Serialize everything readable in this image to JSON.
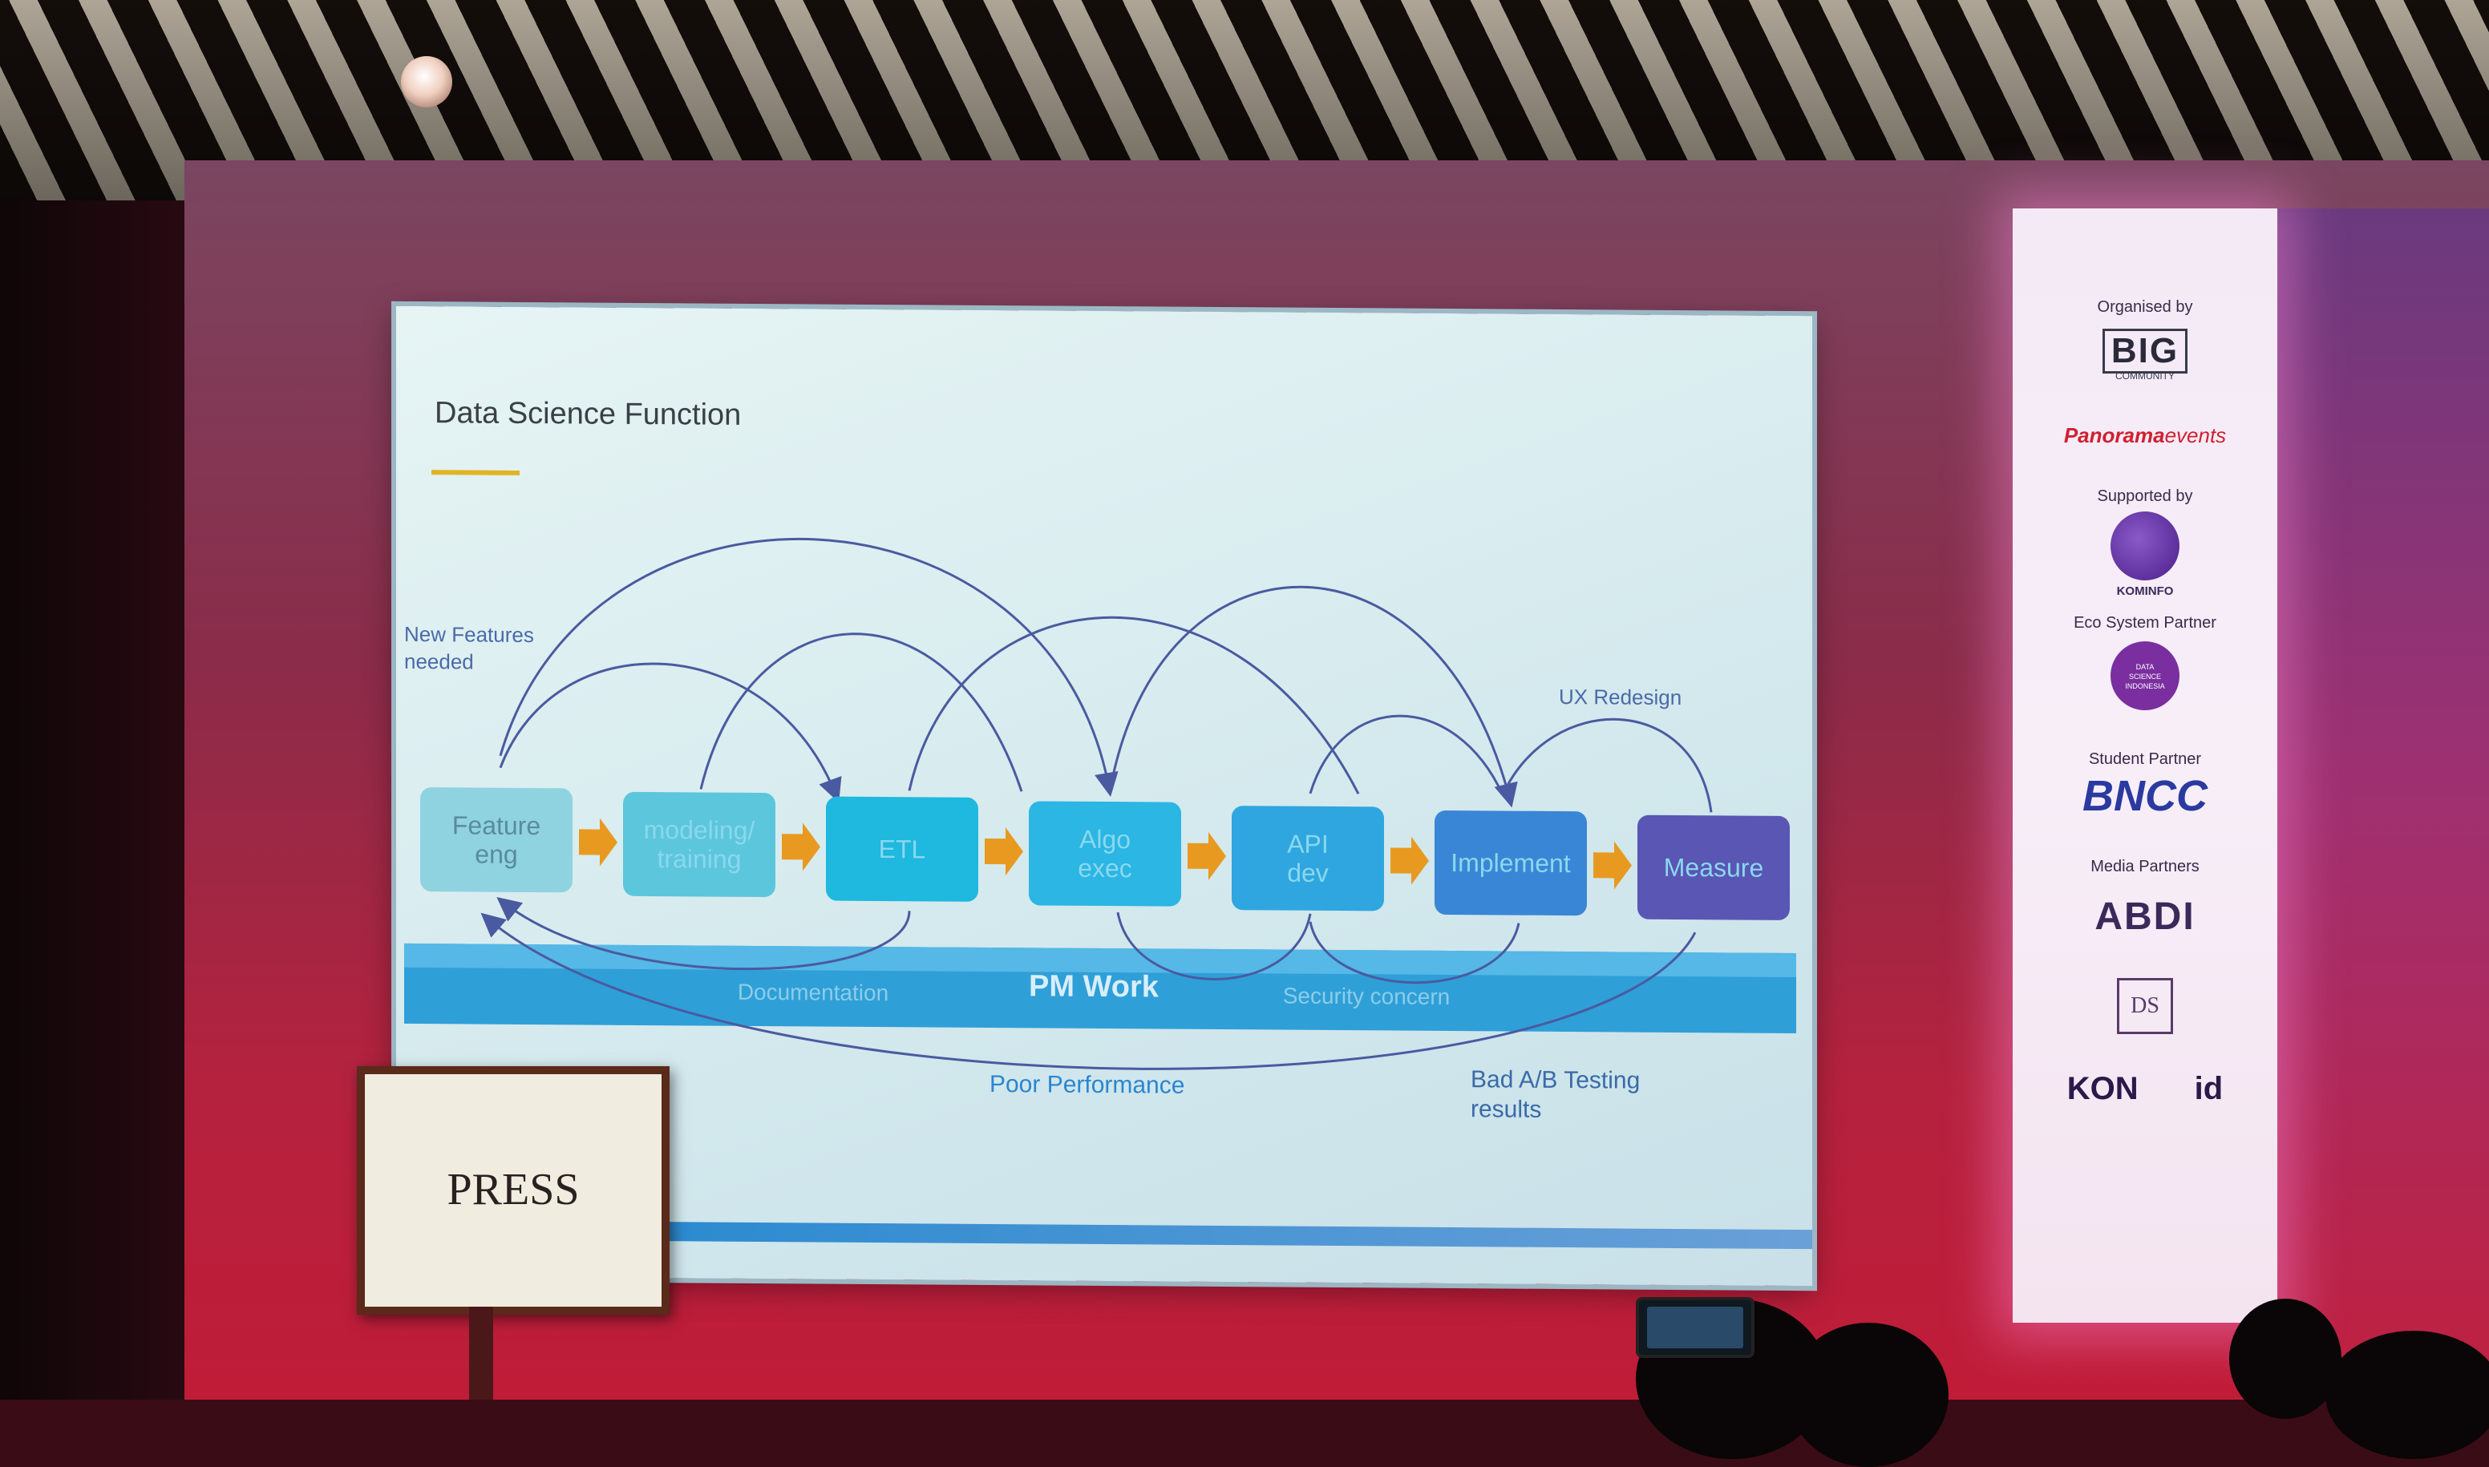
{
  "slide": {
    "title": "Data Science Function",
    "stages": [
      "Feature\neng",
      "modeling/\ntraining",
      "ETL",
      "Algo\nexec",
      "API\ndev",
      "Implement",
      "Measure"
    ],
    "stage_lines": [
      [
        "Feature",
        "eng"
      ],
      [
        "modeling/",
        "training"
      ],
      [
        "ETL"
      ],
      [
        "Algo",
        "exec"
      ],
      [
        "API",
        "dev"
      ],
      [
        "Implement"
      ],
      [
        "Measure"
      ]
    ],
    "stage_colors": [
      "#8fd3e0",
      "#5cc6dc",
      "#1fb8de",
      "#2bb6e4",
      "#2fa6e0",
      "#3a86d6",
      "#5a56b4"
    ],
    "arrow_color": "#e89a20",
    "bar_label": "PM Work",
    "bar_left_label": "Documentation",
    "bar_right_label": "Security concern",
    "annotations": {
      "new_features": [
        "New Features",
        "needed"
      ],
      "ux_redesign": "UX Redesign",
      "poor_performance": "Poor Performance",
      "bad_ab": [
        "Bad A/B Testing",
        "results"
      ]
    }
  },
  "press_sign": "PRESS",
  "banner": {
    "organised_by": "Organised by",
    "big_logo": "BIG",
    "big_sub": "COMMUNITY",
    "panorama": "Panorama",
    "events": "events",
    "supported_by": "Supported by",
    "kominfo": "KOMINFO",
    "eco_partner": "Eco System Partner",
    "dsi": [
      "DATA",
      "SCIENCE",
      "INDONESIA"
    ],
    "student_partner": "Student Partner",
    "bncc": "BNCC",
    "media_partners": "Media Partners",
    "abdi": "ABDI",
    "ds": "DS",
    "kon": "KON",
    "kon_tail": "id"
  }
}
